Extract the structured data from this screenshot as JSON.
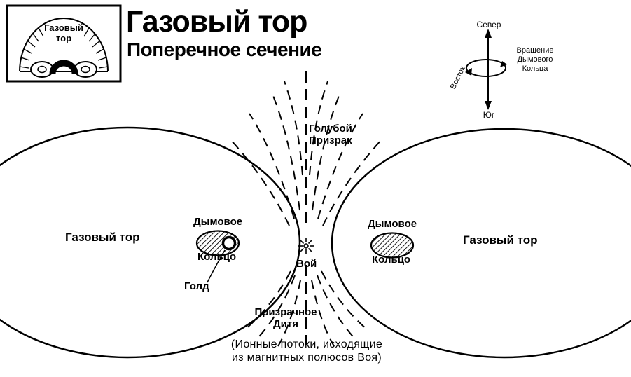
{
  "inset": {
    "label": [
      "Газовый",
      "тор"
    ]
  },
  "title": {
    "main": "Газовый тор",
    "subtitle": "Поперечное сечение"
  },
  "compass": {
    "north": "Север",
    "south": "Юг",
    "east": "Восток",
    "rotation": [
      "Вращение",
      "Дымового",
      "Кольца"
    ]
  },
  "diagram": {
    "blue_ghost": [
      "Голубой",
      "Призрак"
    ],
    "gas_torus_left": "Газовый тор",
    "gas_torus_right": "Газовый тор",
    "smoke_ring_left": [
      "Дымовое",
      "Кольцо"
    ],
    "smoke_ring_right": [
      "Дымовое",
      "Кольцо"
    ],
    "voy": "Вой",
    "gold": "Голд",
    "ghost_child": [
      "Призрачное",
      "Дитя"
    ],
    "caption": [
      "(Ионные потоки, исходящие",
      "из магнитных полюсов Воя)"
    ]
  },
  "colors": {
    "ink": "#000000",
    "paper": "#ffffff"
  }
}
